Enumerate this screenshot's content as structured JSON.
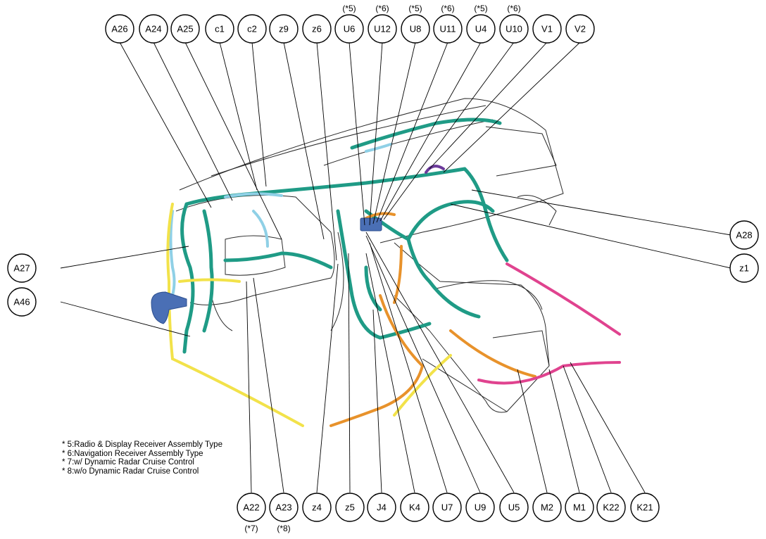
{
  "connectors_top": [
    {
      "label": "A26",
      "note": ""
    },
    {
      "label": "A24",
      "note": ""
    },
    {
      "label": "A25",
      "note": ""
    },
    {
      "label": "c1",
      "note": ""
    },
    {
      "label": "c2",
      "note": ""
    },
    {
      "label": "z9",
      "note": ""
    },
    {
      "label": "z6",
      "note": ""
    },
    {
      "label": "U6",
      "note": "(*5)"
    },
    {
      "label": "U12",
      "note": "(*6)"
    },
    {
      "label": "U8",
      "note": "(*5)"
    },
    {
      "label": "U11",
      "note": "(*6)"
    },
    {
      "label": "U4",
      "note": "(*5)"
    },
    {
      "label": "U10",
      "note": "(*6)"
    },
    {
      "label": "V1",
      "note": ""
    },
    {
      "label": "V2",
      "note": ""
    }
  ],
  "connectors_left": [
    {
      "label": "A27"
    },
    {
      "label": "A46"
    }
  ],
  "connectors_right": [
    {
      "label": "A28"
    },
    {
      "label": "z1"
    }
  ],
  "connectors_bottom": [
    {
      "label": "A22",
      "note": "(*7)"
    },
    {
      "label": "A23",
      "note": "(*8)"
    },
    {
      "label": "z4",
      "note": ""
    },
    {
      "label": "z5",
      "note": ""
    },
    {
      "label": "J4",
      "note": ""
    },
    {
      "label": "K4",
      "note": ""
    },
    {
      "label": "U7",
      "note": ""
    },
    {
      "label": "U9",
      "note": ""
    },
    {
      "label": "U5",
      "note": ""
    },
    {
      "label": "M2",
      "note": ""
    },
    {
      "label": "M1",
      "note": ""
    },
    {
      "label": "K22",
      "note": ""
    },
    {
      "label": "K21",
      "note": ""
    }
  ],
  "legend": [
    "* 5:Radio & Display Receiver Assembly Type",
    "* 6:Navigation Receiver Assembly Type",
    "* 7:w/ Dynamic Radar Cruise Control",
    "* 8:w/o Dynamic Radar Cruise Control"
  ],
  "harness_colors": {
    "main": "#1f9b86",
    "sub": "#8fd0e6",
    "orange": "#e8922b",
    "yellow": "#f2e24a",
    "pink": "#e0438f",
    "blue": "#4a6fb5",
    "purple": "#6b3a9a"
  }
}
